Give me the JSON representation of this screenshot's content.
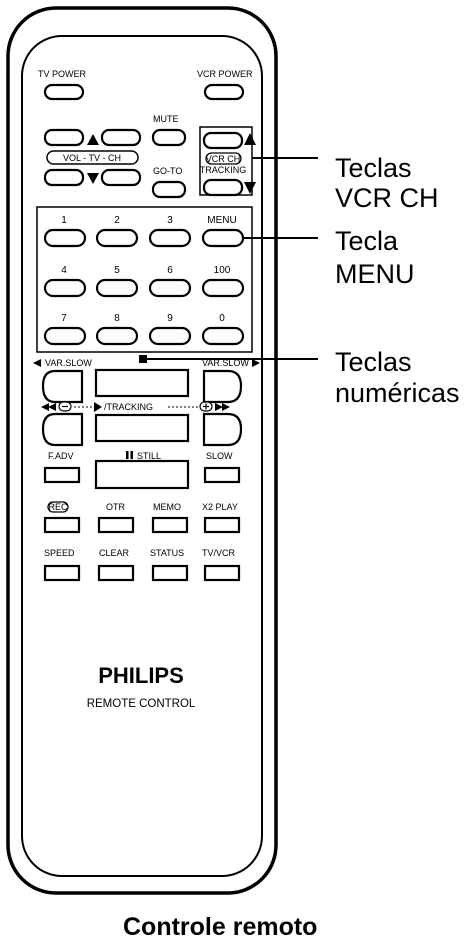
{
  "remote": {
    "tv_power": "TV POWER",
    "vcr_power": "VCR POWER",
    "mute": "MUTE",
    "vol_tv_ch": "VOL - TV - CH",
    "go_to": "GO-TO",
    "vcr_ch": "VCR CH",
    "tracking": "TRACKING",
    "keys": [
      "1",
      "2",
      "3",
      "MENU",
      "4",
      "5",
      "6",
      "100",
      "7",
      "8",
      "9",
      "0"
    ],
    "var_slow_left": "VAR.SLOW",
    "var_slow_right": "VAR.SLOW",
    "tracking_mid": "/TRACKING",
    "f_adv": "F.ADV",
    "still": "STILL",
    "slow": "SLOW",
    "rec": "REC",
    "otr": "OTR",
    "memo": "MEMO",
    "x2_play": "X2 PLAY",
    "speed": "SPEED",
    "clear": "CLEAR",
    "status": "STATUS",
    "tv_vcr": "TV/VCR",
    "brand": "PHILIPS",
    "brand_sub": "REMOTE CONTROL"
  },
  "callouts": {
    "vcr_ch_line1": "Teclas",
    "vcr_ch_line2": "VCR CH",
    "menu_line1": "Tecla",
    "menu_line2": "MENU",
    "numeric_line1": "Teclas",
    "numeric_line2": "numéricas"
  },
  "caption": "Controle remoto"
}
